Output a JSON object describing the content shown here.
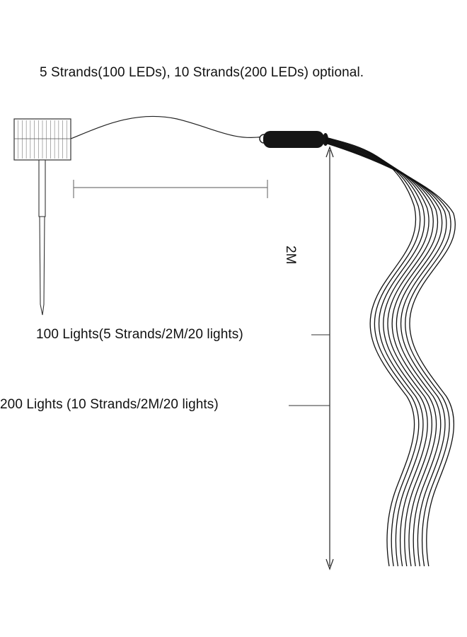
{
  "heading": "5 Strands(100 LEDs), 10 Strands(200 LEDs) optional.",
  "callouts": {
    "lights_100": "100 Lights(5 Strands/2M/20 lights)",
    "lights_200": "200 Lights (10 Strands/2M/20 lights)"
  },
  "dimension": {
    "strand_length": "2M"
  },
  "components": {
    "solar_panel": "solar-panel-icon",
    "ground_stake": "ground-stake-icon",
    "controller_box": "controller-box-icon",
    "light_strands": "light-strands",
    "strand_count_drawn": 10
  },
  "colors": {
    "line": "#111111",
    "dimension_line": "#666666",
    "background": "#ffffff"
  }
}
